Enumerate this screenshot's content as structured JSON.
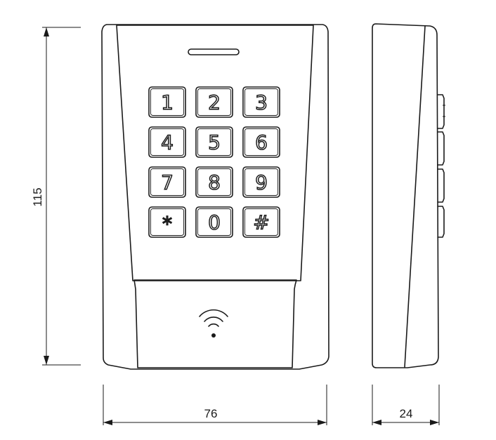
{
  "keypad": {
    "keys": [
      "1",
      "2",
      "3",
      "4",
      "5",
      "6",
      "7",
      "8",
      "9",
      "*",
      "0",
      "#"
    ]
  },
  "dimensions": {
    "height": "115",
    "width": "76",
    "depth": "24"
  },
  "icons": {
    "rfid": "wifi-wireless-icon"
  }
}
